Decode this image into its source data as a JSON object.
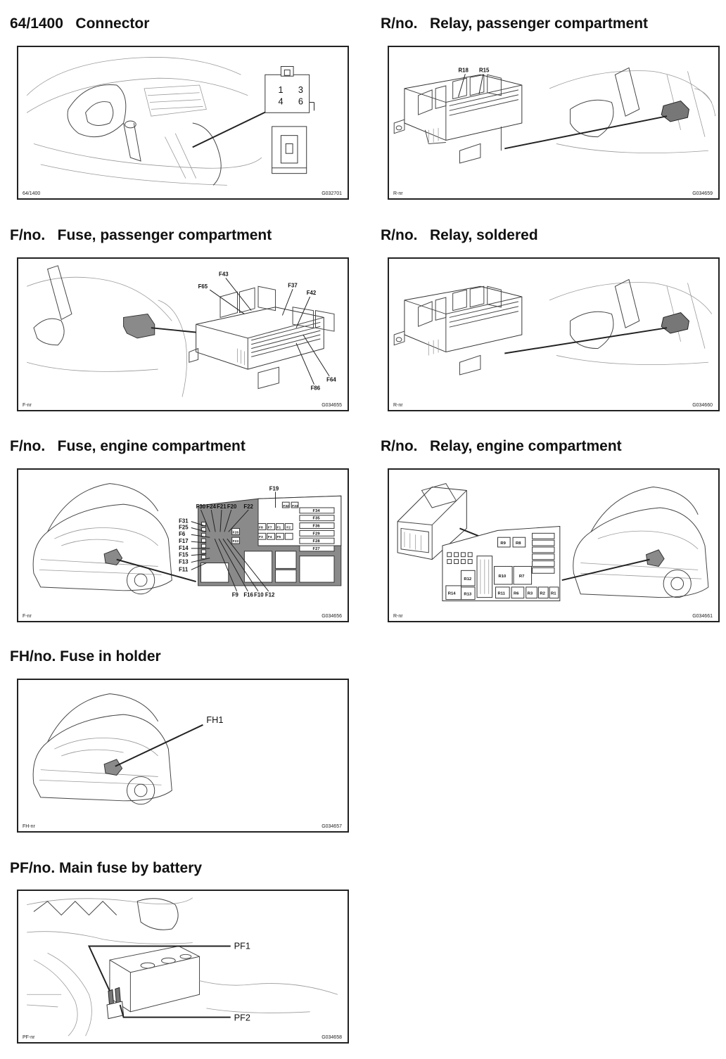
{
  "sections": [
    {
      "id": "connector",
      "heading": "64/1400   Connector",
      "footer_left": "64/1400",
      "footer_right": "G032701",
      "pins": [
        "1",
        "3",
        "4",
        "6"
      ],
      "callouts": []
    },
    {
      "id": "relay-passenger",
      "heading": "R/no.   Relay, passenger compartment",
      "footer_left": "R-nr",
      "footer_right": "G034659",
      "callouts": [
        "R18",
        "R15"
      ]
    },
    {
      "id": "fuse-passenger",
      "heading": "F/no.   Fuse, passenger compartment",
      "footer_left": "F-nr",
      "footer_right": "G034655",
      "callouts": [
        "F43",
        "F65",
        "F37",
        "F42",
        "F64",
        "F86"
      ]
    },
    {
      "id": "relay-soldered",
      "heading": "R/no.   Relay, soldered",
      "footer_left": "R-nr",
      "footer_right": "G034660",
      "callouts": []
    },
    {
      "id": "fuse-engine",
      "heading": "F/no.   Fuse, engine compartment",
      "footer_left": "F-nr",
      "footer_right": "G034656",
      "callouts": [
        "F19",
        "F30",
        "F24",
        "F21",
        "F20",
        "F22",
        "F31",
        "F25",
        "F32",
        "F33",
        "F34",
        "F35",
        "F36",
        "F29",
        "F28",
        "F27",
        "F26",
        "F23",
        "F8",
        "F7",
        "F1",
        "F2",
        "F3",
        "F4",
        "F5",
        "F6",
        "F17",
        "F14",
        "F15",
        "F13",
        "F11",
        "F9",
        "F16",
        "F10",
        "F12"
      ]
    },
    {
      "id": "relay-engine",
      "heading": "R/no.   Relay, engine compartment",
      "footer_left": "R-nr",
      "footer_right": "G034661",
      "callouts": [
        "R9",
        "R8",
        "R10",
        "R7",
        "R12",
        "R13",
        "R14",
        "R11",
        "R6",
        "R3",
        "R2",
        "R1"
      ]
    },
    {
      "id": "fuse-holder",
      "heading": "FH/no. Fuse in holder",
      "footer_left": "FH-nr",
      "footer_right": "G034657",
      "callouts": [
        "FH1"
      ]
    },
    {
      "id": "main-fuse",
      "heading": "PF/no. Main fuse by battery",
      "footer_left": "PF-nr",
      "footer_right": "G034658",
      "callouts": [
        "PF1",
        "PF2"
      ]
    }
  ]
}
